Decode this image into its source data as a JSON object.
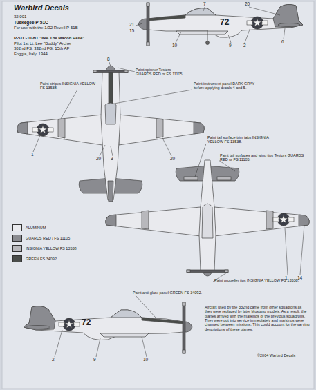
{
  "diagram": {
    "title": "Tuskegee P-51C",
    "labels": [
      "Warbird Decals",
      "32 001",
      "For use with the 1/32 Revell P-51B",
      "P-51C-10-NT \"INA The Macon Belle\"",
      "Pilot 1st Lt. Lee \"Buddy\" Archer",
      "302nd FS, 332nd FG, 15th AF",
      "Foggia, Italy. 1944",
      "21",
      "15",
      "7",
      "20",
      "72",
      "10",
      "9",
      "2",
      "6",
      "8",
      "Paint stripes INSIGNIA YELLOW FS 13538.",
      "Paint spinner Testors GUARDS RED or FS 11105.",
      "Paint instrument panel DARK GRAY before applying decals 4 and 5.",
      "1",
      "20",
      "3",
      "20",
      "Paint tail surface trim tabs INSIGNIA YELLOW FS 13538.",
      "Paint tail surfaces and wing tips Testors GUARDS RED or FS 11105.",
      "1",
      "14",
      "Paint propeller tips INSIGNIA YELLOW FS 13538.",
      "Paint anti-glare panel GREEN FS 34092.",
      "72",
      "Aircraft used by the 332nd came from other squadrons as they were replaced by later Mustang models. As a result, the planes arrived with the markings of the previous squadrons. They were put into service immediately and markings were changed between missions. This could account for the varying descriptions of these planes.",
      "2",
      "9",
      "10",
      "©2004 Warbird Decals"
    ],
    "legend": [
      {
        "text": "ALUMINUM",
        "color": "#e9eaee"
      },
      {
        "text": "GUARDS RED / FS 11105",
        "color": "#8a8b90"
      },
      {
        "text": "INSIGNIA YELLOW FS 13538",
        "color": "#b8b8bc"
      },
      {
        "text": "GREEN FS 34092",
        "color": "#4a4d4a"
      }
    ]
  }
}
